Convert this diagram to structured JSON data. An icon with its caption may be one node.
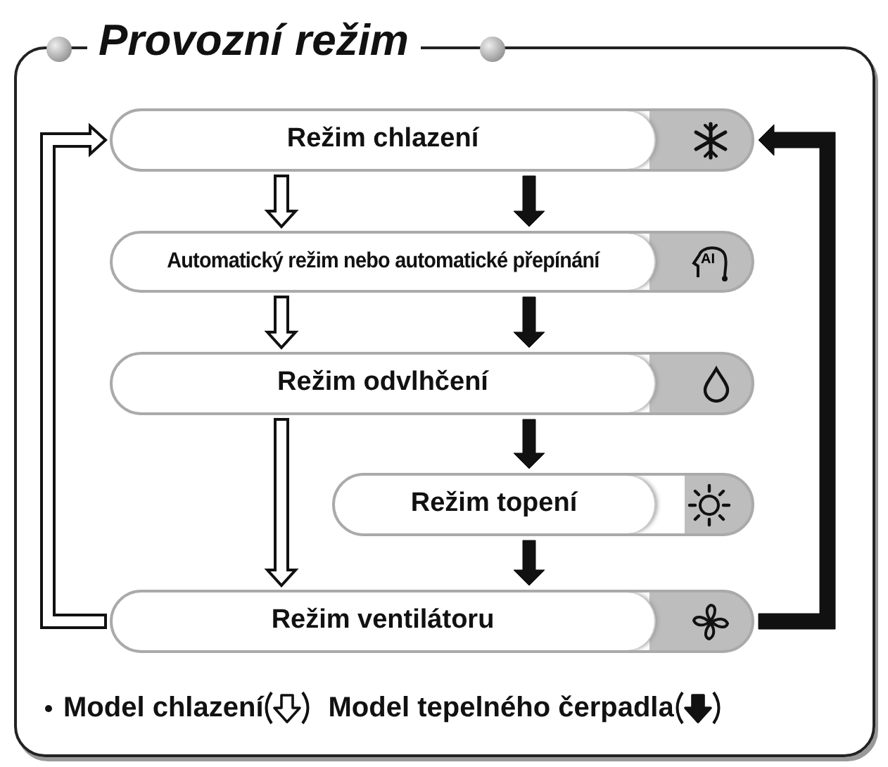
{
  "diagram": {
    "title": "Provozní režim",
    "nodes": [
      {
        "text": [
          "Režim chlazení"
        ]
      },
      {
        "text": [
          "Automatický režim nebo automatické přepínání",
          "AI"
        ]
      },
      {
        "text": [
          "Režim odvlhčení"
        ]
      },
      {
        "text": [
          "Režim topení"
        ]
      },
      {
        "text": [
          "Režim ventilátoru"
        ]
      }
    ],
    "edges": [
      {
        "from": 0,
        "to": 1,
        "arrow": "to",
        "color": "#ffffff"
      },
      {
        "from": 0,
        "to": 1,
        "arrow": "to",
        "style": "thick"
      },
      {
        "from": 1,
        "to": 2,
        "arrow": "to",
        "color": "#ffffff"
      },
      {
        "from": 1,
        "to": 2,
        "arrow": "to",
        "style": "thick"
      },
      {
        "from": 2,
        "to": 4,
        "arrow": "to",
        "color": "#ffffff"
      },
      {
        "from": 2,
        "to": 3,
        "arrow": "to",
        "style": "thick"
      },
      {
        "from": 3,
        "to": 4,
        "arrow": "to",
        "style": "thick"
      },
      {
        "from": 4,
        "to": 0,
        "arrow": "to",
        "color": "#ffffff"
      },
      {
        "from": 4,
        "to": 0,
        "arrow": "to",
        "style": "thick"
      }
    ],
    "legend": [
      {
        "text": "Model chlazení"
      },
      {
        "text": "Model tepelného čerpadla"
      }
    ]
  }
}
